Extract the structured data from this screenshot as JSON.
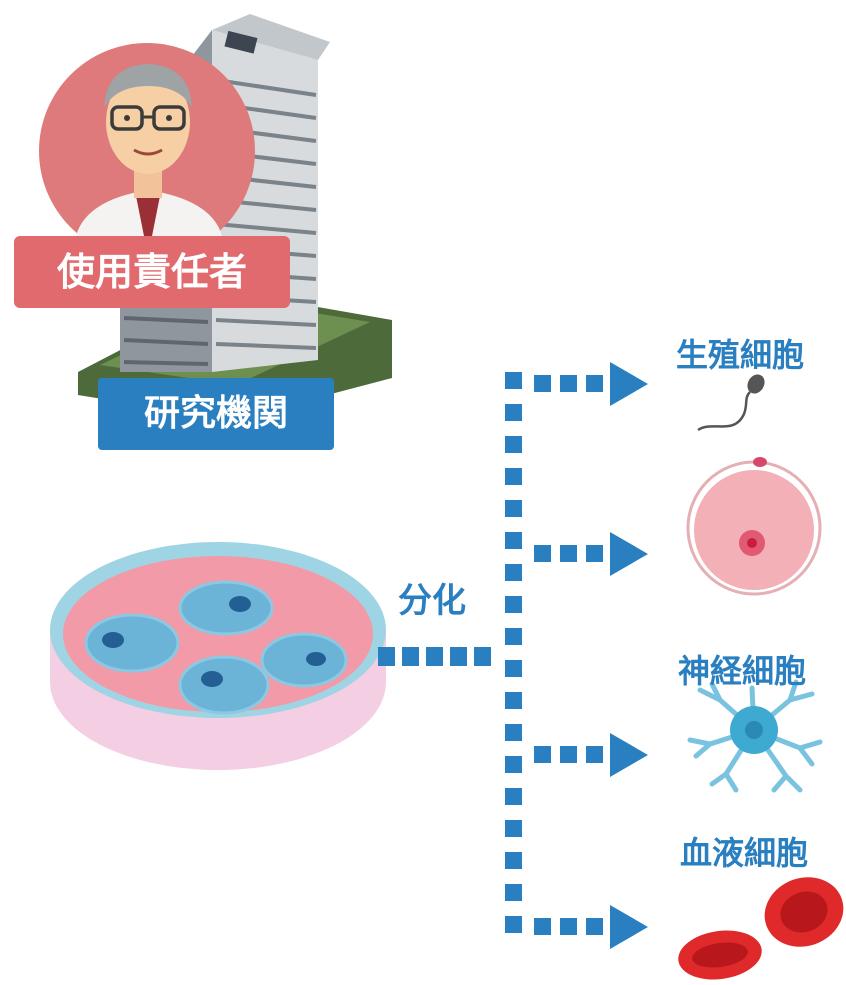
{
  "labels": {
    "user_role": "使用責任者",
    "institution": "研究機関",
    "differentiation": "分化"
  },
  "cell_types": [
    {
      "name": "生殖細胞",
      "icons": [
        "sperm-icon",
        "egg-cell-icon"
      ]
    },
    {
      "name": "神経細胞",
      "icons": [
        "neuron-icon"
      ]
    },
    {
      "name": "血液細胞",
      "icons": [
        "red-blood-cell-icon"
      ]
    }
  ],
  "colors": {
    "accent_blue": "#2a7fc0",
    "user_badge": "#e06a6d",
    "avatar_circle": "#de7a7b",
    "dish_pink": "#f39aa8",
    "cell_blue": "#6bb4d8",
    "blood_red": "#e0292b"
  }
}
